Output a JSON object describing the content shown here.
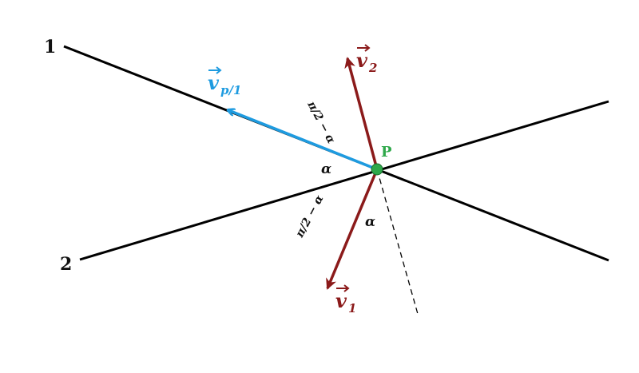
{
  "labels": {
    "line1": "1",
    "line2": "2",
    "point": "P",
    "v_p1": "v",
    "v_p1_sub": "p/1",
    "v2": "v",
    "v2_sub": "2",
    "v1": "v",
    "v1_sub": "1",
    "alpha_left": "α",
    "alpha_bottom": "α",
    "comp_upper": "π/2 − α",
    "comp_lower": "π/2 − α"
  },
  "colors": {
    "lines": "#000000",
    "v_p1": "#1e9be0",
    "v1_v2": "#8b1a1a",
    "point": "#2ea84a",
    "point_label": "#2ea84a"
  }
}
